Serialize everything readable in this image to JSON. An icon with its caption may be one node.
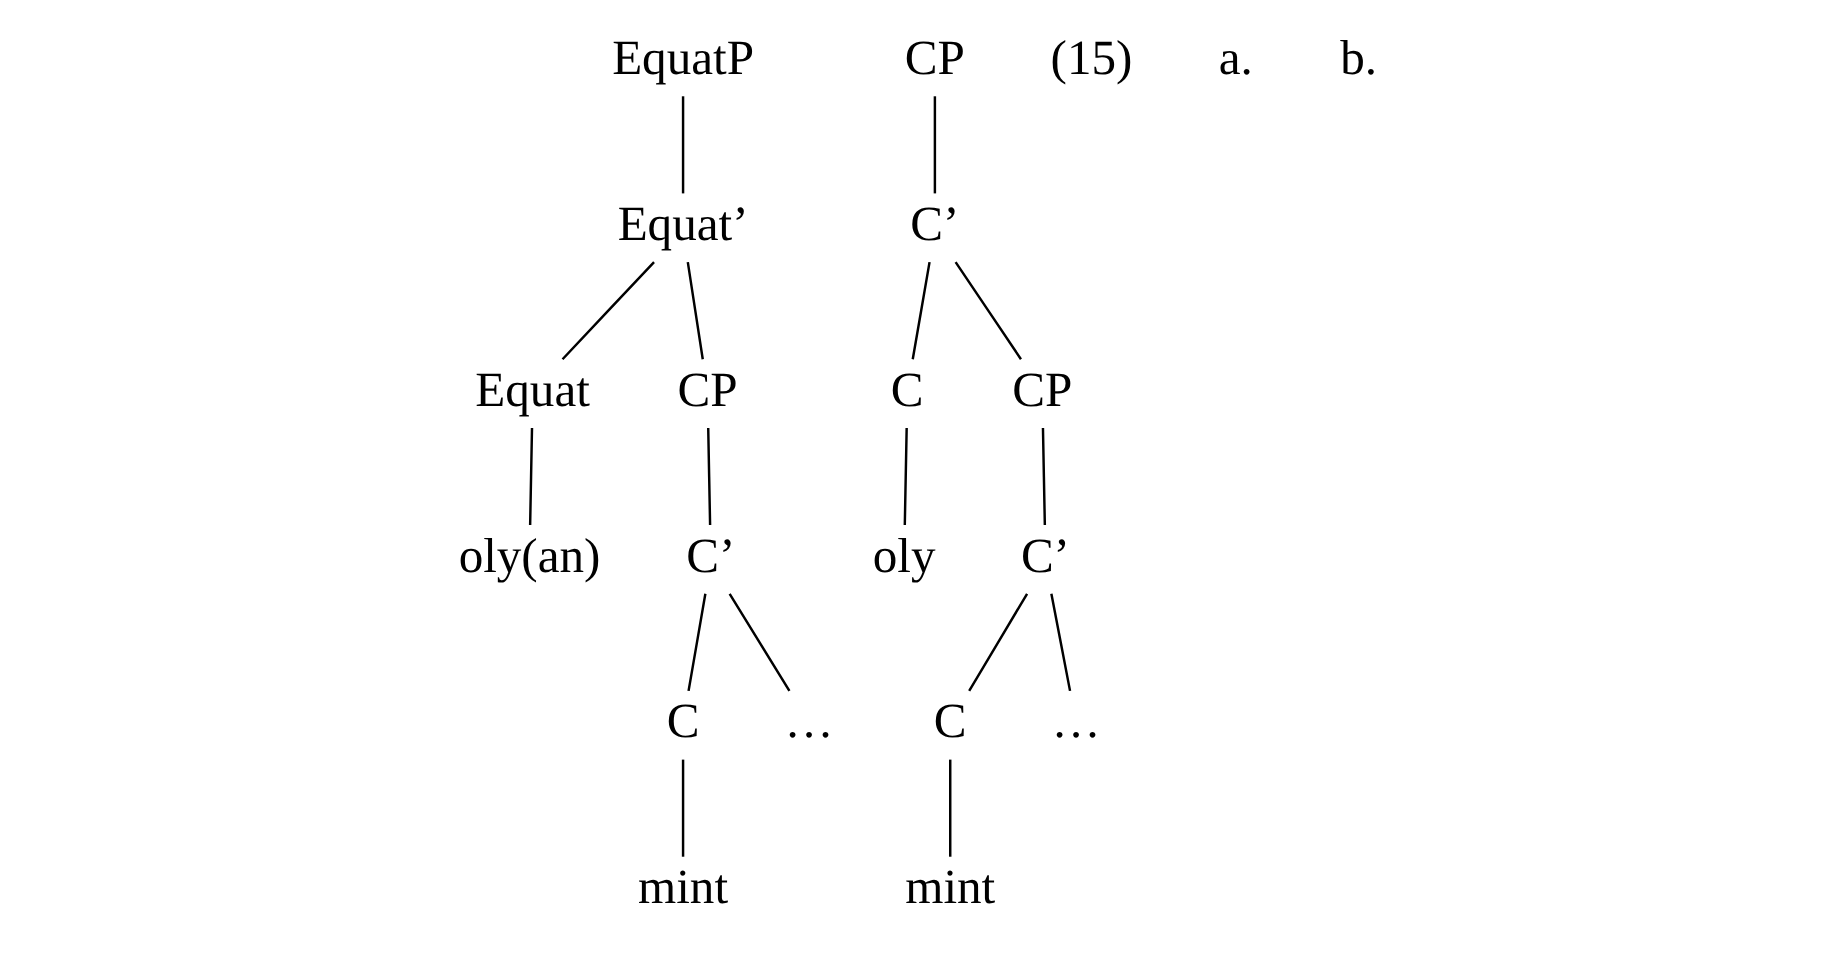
{
  "diagram": {
    "nodes": [
      {
        "text": [
          "EquatP"
        ]
      },
      {
        "text": [
          "Equat’"
        ]
      },
      {
        "text": [
          "Equat"
        ]
      },
      {
        "text": [
          "CP"
        ]
      },
      {
        "text": [
          "oly(an)"
        ]
      },
      {
        "text": [
          "C’"
        ]
      },
      {
        "text": [
          "C"
        ]
      },
      {
        "text": [
          "…"
        ]
      },
      {
        "text": [
          "mint"
        ]
      },
      {
        "text": [
          "CP"
        ]
      },
      {
        "text": [
          "C’"
        ]
      },
      {
        "text": [
          "C"
        ]
      },
      {
        "text": [
          "CP"
        ]
      },
      {
        "text": [
          "oly"
        ]
      },
      {
        "text": [
          "C’"
        ]
      },
      {
        "text": [
          "C"
        ]
      },
      {
        "text": [
          "…"
        ]
      },
      {
        "text": [
          "mint"
        ]
      }
    ],
    "edges": [
      {
        "from": 0,
        "to": 1,
        "arrow": "none"
      },
      {
        "from": 1,
        "to": 2,
        "arrow": "none"
      },
      {
        "from": 1,
        "to": 3,
        "arrow": "none"
      },
      {
        "from": 2,
        "to": 4,
        "arrow": "none"
      },
      {
        "from": 3,
        "to": 5,
        "arrow": "none"
      },
      {
        "from": 5,
        "to": 6,
        "arrow": "none"
      },
      {
        "from": 5,
        "to": 7,
        "arrow": "none"
      },
      {
        "from": 6,
        "to": 8,
        "arrow": "none"
      },
      {
        "from": 9,
        "to": 10,
        "arrow": "none"
      },
      {
        "from": 10,
        "to": 11,
        "arrow": "none"
      },
      {
        "from": 10,
        "to": 12,
        "arrow": "none"
      },
      {
        "from": 11,
        "to": 13,
        "arrow": "none"
      },
      {
        "from": 12,
        "to": 14,
        "arrow": "none"
      },
      {
        "from": 14,
        "to": 15,
        "arrow": "none"
      },
      {
        "from": 14,
        "to": 16,
        "arrow": "none"
      },
      {
        "from": 15,
        "to": 17,
        "arrow": "none"
      }
    ],
    "labels": [
      "(15)",
      "a.",
      "b."
    ]
  }
}
